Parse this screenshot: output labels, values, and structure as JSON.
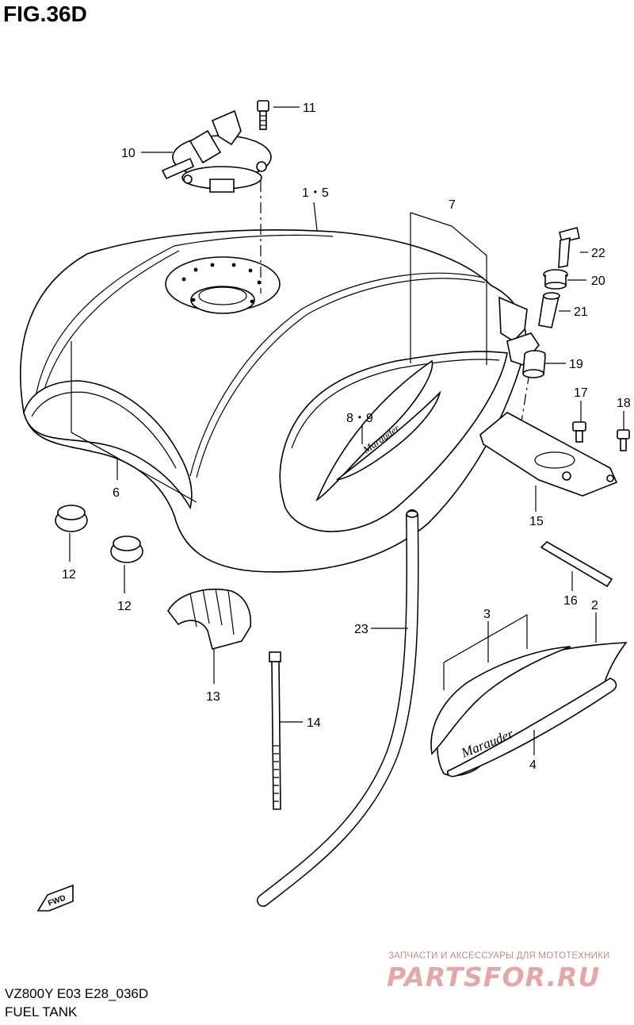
{
  "figure": {
    "title": "FIG.36D"
  },
  "footer": {
    "model_code": "VZ800Y E03 E28_036D",
    "section_name": "FUEL TANK"
  },
  "watermark": {
    "caption": "ЗАПЧАСТИ И АКСЕССУАРЫ ДЛЯ МОТОТЕХНИКИ",
    "logo_text": "PARTSFOR.RU",
    "color": "#e3a7a7"
  },
  "direction_tag": "FWD",
  "emblem_text": "Marauder",
  "part_labels": [
    {
      "id": "p11",
      "text": "11"
    },
    {
      "id": "p10",
      "text": "10"
    },
    {
      "id": "p1_5",
      "text": "1・5"
    },
    {
      "id": "p7",
      "text": "7"
    },
    {
      "id": "p22",
      "text": "22"
    },
    {
      "id": "p20",
      "text": "20"
    },
    {
      "id": "p21",
      "text": "21"
    },
    {
      "id": "p19",
      "text": "19"
    },
    {
      "id": "p17",
      "text": "17"
    },
    {
      "id": "p18",
      "text": "18"
    },
    {
      "id": "p8_9",
      "text": "8・9"
    },
    {
      "id": "p6",
      "text": "6"
    },
    {
      "id": "p15",
      "text": "15"
    },
    {
      "id": "p12a",
      "text": "12"
    },
    {
      "id": "p12b",
      "text": "12"
    },
    {
      "id": "p16",
      "text": "16"
    },
    {
      "id": "p3",
      "text": "3"
    },
    {
      "id": "p2",
      "text": "2"
    },
    {
      "id": "p23",
      "text": "23"
    },
    {
      "id": "p13",
      "text": "13"
    },
    {
      "id": "p14",
      "text": "14"
    },
    {
      "id": "p4",
      "text": "4"
    }
  ]
}
